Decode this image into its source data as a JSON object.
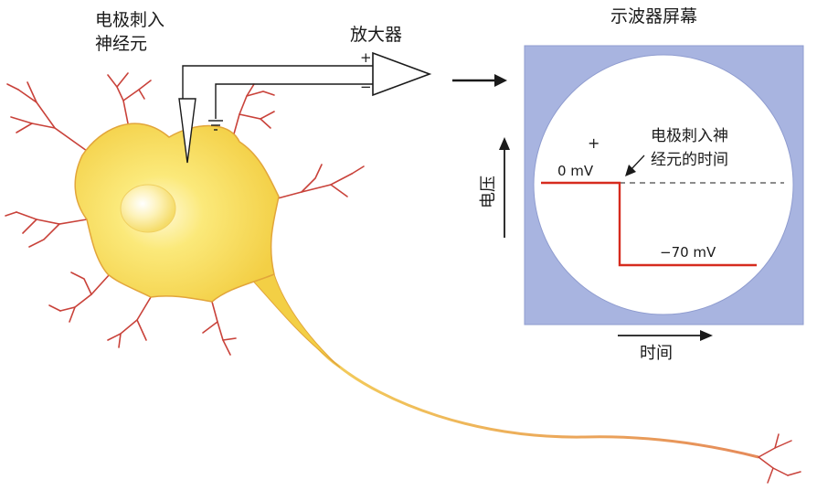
{
  "labels": {
    "electrode_line1": "电极刺入",
    "electrode_line2": "神经元",
    "amplifier": "放大器",
    "plus_input": "+",
    "minus_input": "−",
    "oscilloscope": "示波器屏幕",
    "voltage_axis": "电压",
    "time_axis": "时间",
    "plus_sign": "+",
    "zero_mv": "0 mV",
    "minus_70_mv": "−70 mV",
    "annotation_line1": "电极刺入神",
    "annotation_line2": "经元的时间"
  },
  "colors": {
    "soma": "#fbe56b",
    "soma_outline": "#e2a53a",
    "dendrite": "#c9423a",
    "trace": "#d62b1e",
    "screen_frame": "#a8b4e0",
    "screen_circle": "#ffffff"
  }
}
